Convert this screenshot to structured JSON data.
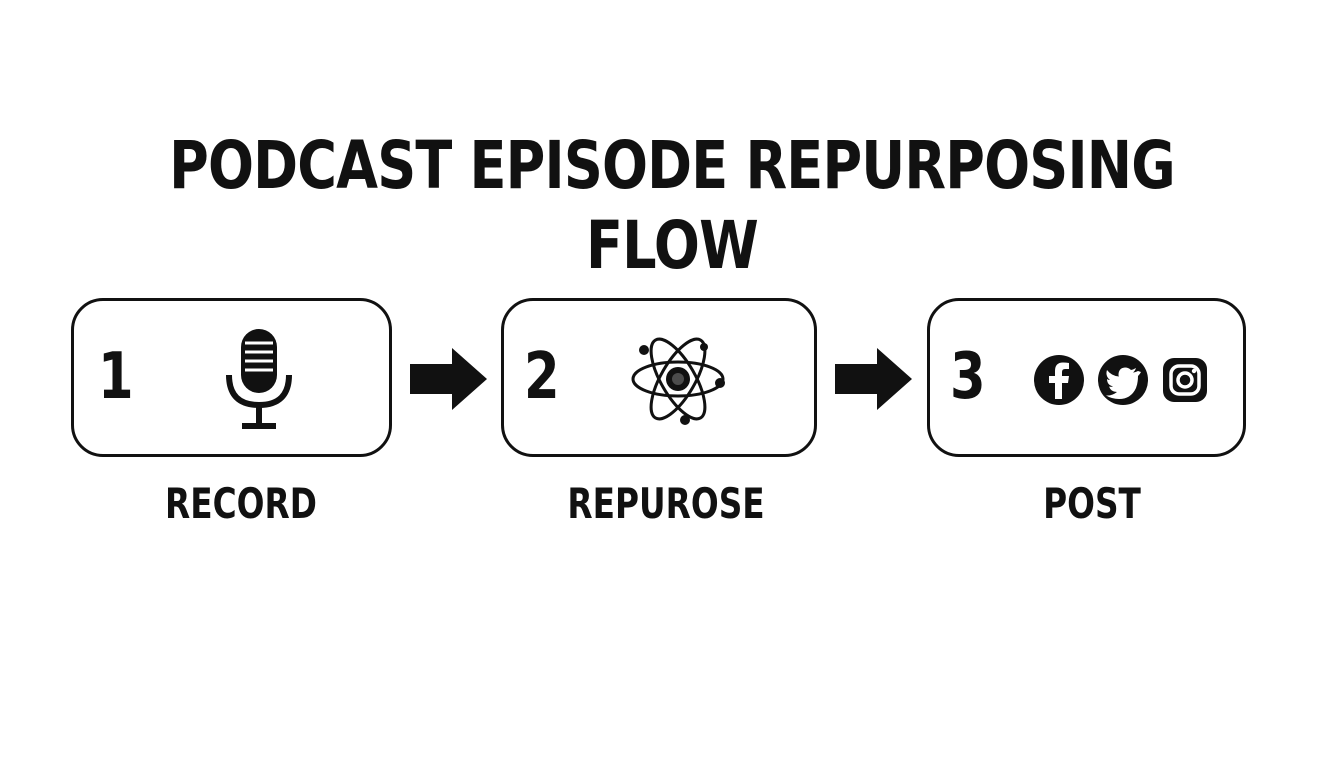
{
  "title": "PODCAST EPISODE REPURPOSING FLOW",
  "steps": [
    {
      "number": "1",
      "label": "RECORD",
      "icon": "microphone-icon"
    },
    {
      "number": "2",
      "label": "REPUROSE",
      "icon": "atom-icon"
    },
    {
      "number": "3",
      "label": "POST",
      "icons": [
        "facebook-icon",
        "twitter-icon",
        "instagram-icon"
      ]
    }
  ],
  "colors": {
    "ink": "#111111",
    "background": "#ffffff"
  }
}
